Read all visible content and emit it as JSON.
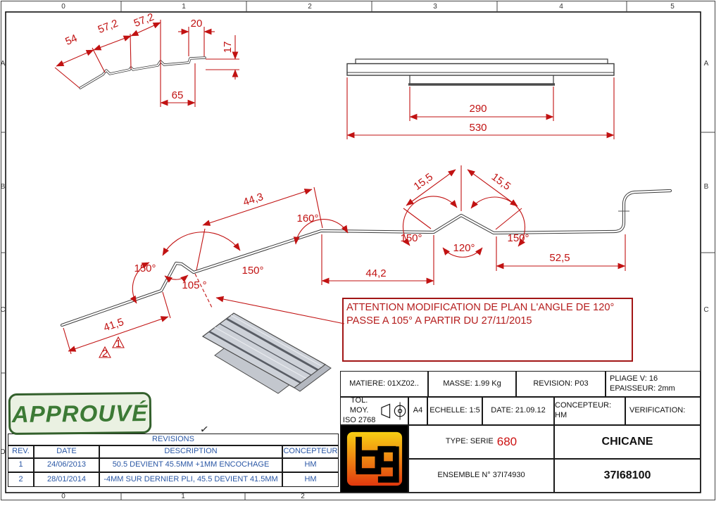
{
  "frame": {
    "top_labels": [
      "0",
      "1",
      "2",
      "3",
      "4",
      "5"
    ],
    "bottom_labels": [
      "0",
      "1",
      "2"
    ],
    "left_labels": [
      "A",
      "B",
      "C",
      "D"
    ],
    "right_labels": [
      "A",
      "B",
      "C"
    ]
  },
  "detail_view": {
    "dims": {
      "d54": "54",
      "d572a": "57,2",
      "d572b": "57,2",
      "d20": "20",
      "d17": "17",
      "d65": "65"
    }
  },
  "flat_view": {
    "dims": {
      "d290": "290",
      "d530": "530"
    }
  },
  "profile_view": {
    "dims": {
      "d415": "41,5",
      "flag1": "1",
      "flag2": "2",
      "angB": "150°",
      "angC": "105 °",
      "angD": "150°",
      "angE": "160°",
      "d443": "44,3",
      "d442": "44,2",
      "p155l": "15,5",
      "p155r": "15,5",
      "angF": "150°",
      "ang120": "120°",
      "angH": "150°",
      "d525": "52,5"
    }
  },
  "warning": {
    "line1": "ATTENTION MODIFICATION DE PLAN L'ANGLE DE 120°",
    "line2": "PASSE A 105° A PARTIR DU 27/11/2015"
  },
  "stamp": {
    "label": "APPROUVÉ"
  },
  "marks": {
    "signature": "✓"
  },
  "title_block": {
    "matiere": "MATIERE: 01XZ02..",
    "masse": "MASSE: 1.99 Kg",
    "revision": "REVISION: P03",
    "pliage": "PLIAGE V: 16",
    "epaisseur": "EPAISSEUR: 2mm",
    "tol1": "TOL. MOY.",
    "tol2": "ISO 2768",
    "format": "A4",
    "echelle": "ECHELLE: 1:5",
    "date": "DATE: 21.09.12",
    "concepteur": "CONCEPTEUR: HM",
    "verification": "VERIFICATION:",
    "type_label": "TYPE: SERIE",
    "type_value": "680",
    "designation": "CHICANE",
    "ensemble": "ENSEMBLE N° 37I74930",
    "part_number": "37I68100"
  },
  "revisions_table": {
    "title": "REVISIONS",
    "headers": [
      "REV.",
      "DATE",
      "DESCRIPTION",
      "CONCEPTEUR"
    ],
    "rows": [
      {
        "rev": "1",
        "date": "24/06/2013",
        "description": "50.5 DEVIENT 45.5MM +1MM ENCOCHAGE",
        "concepteur": "HM"
      },
      {
        "rev": "2",
        "date": "28/01/2014",
        "description": "-4MM SUR DERNIER PLI, 45.5 DEVIENT 41.5MM",
        "concepteur": "HM"
      }
    ]
  },
  "colors": {
    "dimension_red": "#c11212",
    "line_dark": "#3d3d3d",
    "revision_blue": "#2a57a5",
    "stamp_green": "#3c7a35",
    "logo_yellow": "#f7d313",
    "logo_orange": "#ef8d12",
    "logo_red": "#e1340e"
  }
}
